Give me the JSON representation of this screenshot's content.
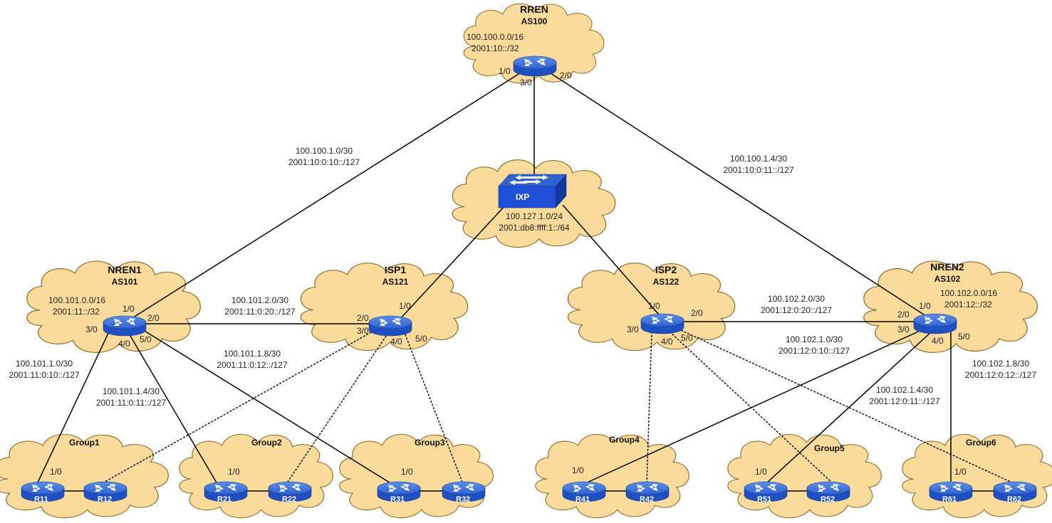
{
  "domains": {
    "rren": {
      "name": "RREN",
      "as": "AS100",
      "v4": "100.100.0.0/16",
      "v6": "2001:10::/32",
      "ports": {
        "p1": "1/0",
        "p2": "2/0",
        "p3": "3/0"
      }
    },
    "ixp": {
      "name": "IXP",
      "v4": "100.127.1.0/24",
      "v6": "2001:db8:ffff:1::/64"
    },
    "nren1": {
      "name": "NREN1",
      "as": "AS101",
      "v4": "100.101.0.0/16",
      "v6": "2001:11::/32",
      "ports": {
        "p1": "1/0",
        "p2": "2/0",
        "p3": "3/0",
        "p4": "4/0",
        "p5": "5/0"
      }
    },
    "isp1": {
      "name": "ISP1",
      "as": "AS121",
      "ports": {
        "p1": "1/0",
        "p2": "2/0",
        "p3": "3/0",
        "p4": "4/0",
        "p5": "5/0"
      }
    },
    "isp2": {
      "name": "ISP2",
      "as": "AS122",
      "ports": {
        "p1": "1/0",
        "p2": "2/0",
        "p3": "3/0",
        "p4": "4/0",
        "p5": "5/0"
      }
    },
    "nren2": {
      "name": "NREN2",
      "as": "AS102",
      "v4": "100.102.0.0/16",
      "v6": "2001:12::/32",
      "ports": {
        "p1": "1/0",
        "p2": "2/0",
        "p3": "3/0",
        "p4": "4/0",
        "p5": "5/0"
      }
    }
  },
  "groups": [
    {
      "name": "Group1",
      "r1": "R11",
      "r2": "R12",
      "port": "1/0"
    },
    {
      "name": "Group2",
      "r1": "R21",
      "r2": "R22",
      "port": "1/0"
    },
    {
      "name": "Group3",
      "r1": "R31",
      "r2": "R32",
      "port": "1/0"
    },
    {
      "name": "Group4",
      "r1": "R41",
      "r2": "R42",
      "port": "1/0"
    },
    {
      "name": "Group5",
      "r1": "R51",
      "r2": "R52",
      "port": "1/0"
    },
    {
      "name": "Group6",
      "r1": "R61",
      "r2": "R62",
      "port": "1/0"
    }
  ],
  "links": {
    "rren_nren1": {
      "v4": "100.100.1.0/30",
      "v6": "2001:10:0:10::/127"
    },
    "rren_nren2": {
      "v4": "100.100.1.4/30",
      "v6": "2001:10:0:11::/127"
    },
    "nren1_isp1": {
      "v4": "100.101.2.0/30",
      "v6": "2001:11:0:20::/127"
    },
    "nren1_r11": {
      "v4": "100.101.1.0/30",
      "v6": "2001:11:0:10::/127"
    },
    "nren1_r21": {
      "v4": "100.101.1.4/30",
      "v6": "2001:11:0:11::/127"
    },
    "nren1_r31": {
      "v4": "100.101.1.8/30",
      "v6": "2001:11:0:12::/127"
    },
    "isp2_nren2": {
      "v4": "100.102.2.0/30",
      "v6": "2001:12:0:20::/127"
    },
    "nren2_r41": {
      "v4": "100.102.1.0/30",
      "v6": "2001:12:0:10::/127"
    },
    "nren2_r51": {
      "v4": "100.102.1.4/30",
      "v6": "2001:12:0:11::/127"
    },
    "nren2_r61": {
      "v4": "100.102.1.8/30",
      "v6": "2001:12:0:12::/127"
    }
  }
}
